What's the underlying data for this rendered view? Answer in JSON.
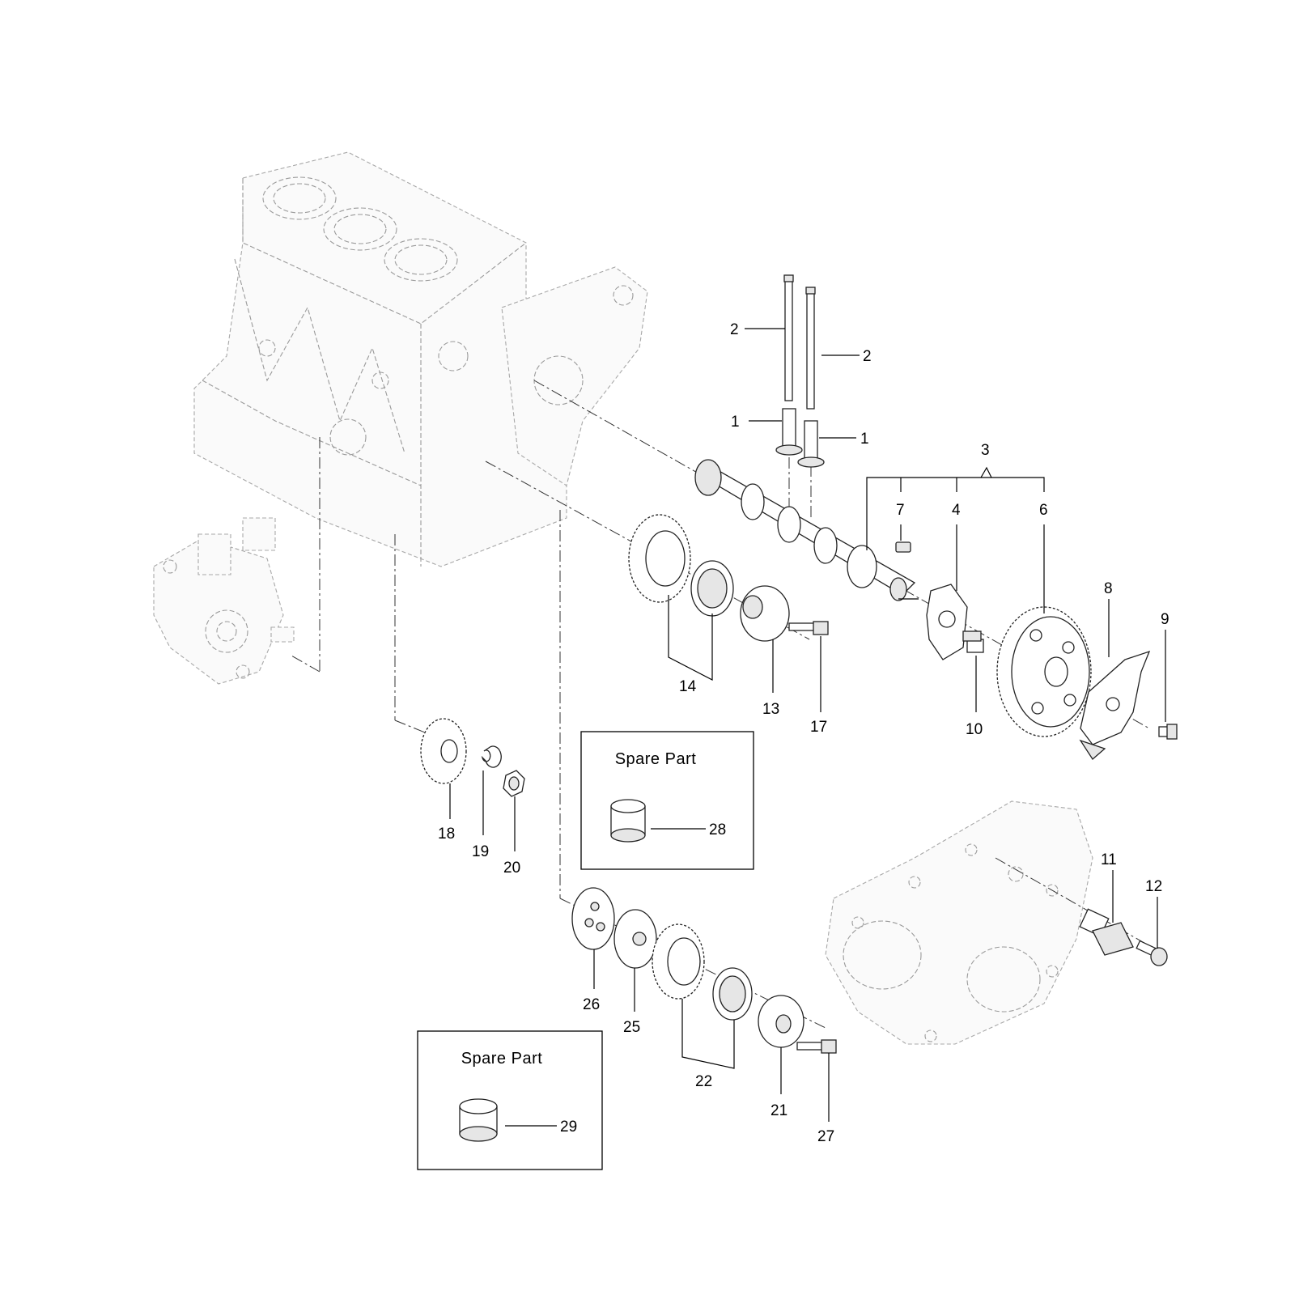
{
  "callouts": [
    {
      "id": "c1a",
      "label": "1"
    },
    {
      "id": "c1b",
      "label": "1"
    },
    {
      "id": "c2a",
      "label": "2"
    },
    {
      "id": "c2b",
      "label": "2"
    },
    {
      "id": "c3",
      "label": "3"
    },
    {
      "id": "c4",
      "label": "4"
    },
    {
      "id": "c6",
      "label": "6"
    },
    {
      "id": "c7",
      "label": "7"
    },
    {
      "id": "c8",
      "label": "8"
    },
    {
      "id": "c9",
      "label": "9"
    },
    {
      "id": "c10",
      "label": "10"
    },
    {
      "id": "c11",
      "label": "11"
    },
    {
      "id": "c12",
      "label": "12"
    },
    {
      "id": "c13",
      "label": "13"
    },
    {
      "id": "c14",
      "label": "14"
    },
    {
      "id": "c17",
      "label": "17"
    },
    {
      "id": "c18",
      "label": "18"
    },
    {
      "id": "c19",
      "label": "19"
    },
    {
      "id": "c20",
      "label": "20"
    },
    {
      "id": "c21",
      "label": "21"
    },
    {
      "id": "c22",
      "label": "22"
    },
    {
      "id": "c25",
      "label": "25"
    },
    {
      "id": "c26",
      "label": "26"
    },
    {
      "id": "c27",
      "label": "27"
    },
    {
      "id": "c28",
      "label": "28"
    },
    {
      "id": "c29",
      "label": "29"
    }
  ],
  "spare_boxes": [
    {
      "title": "Spare  Part",
      "part": "28"
    },
    {
      "title": "Spare  Part",
      "part": "29"
    }
  ]
}
